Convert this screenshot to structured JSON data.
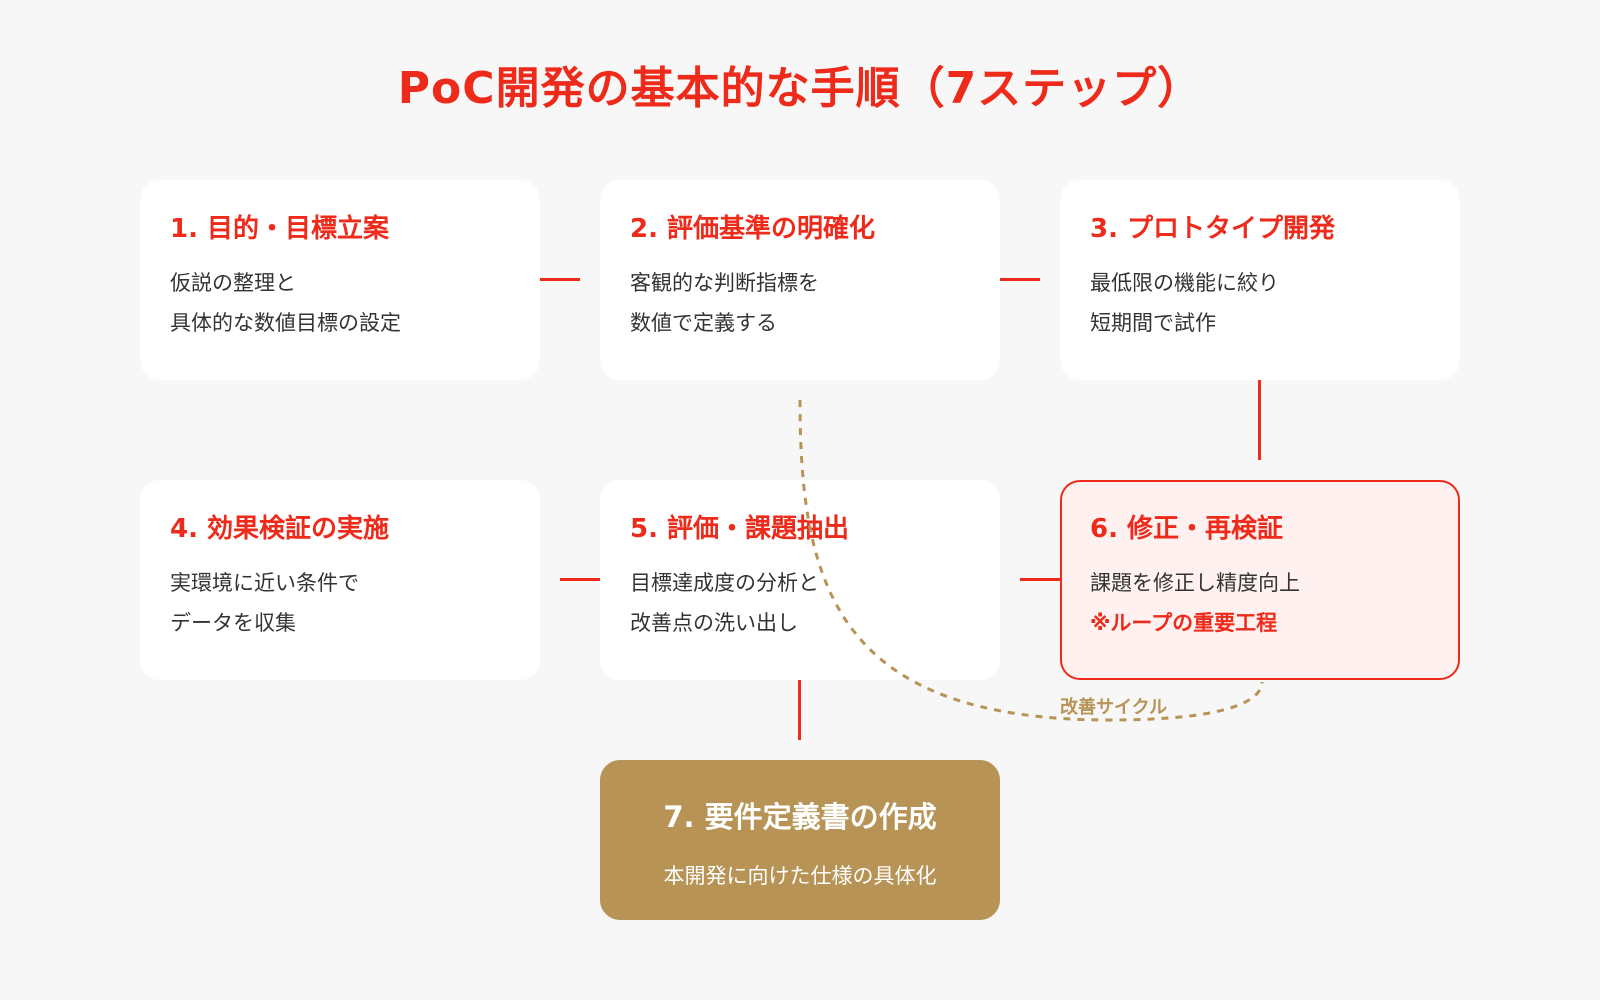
{
  "title": "PoC開発の基本的な手順（7ステップ）",
  "steps": [
    {
      "title": "1. 目的・目標立案",
      "lines": [
        "仮説の整理と",
        "具体的な数値目標の設定"
      ]
    },
    {
      "title": "2. 評価基準の明確化",
      "lines": [
        "客観的な判断指標を",
        "数値で定義する"
      ]
    },
    {
      "title": "3. プロトタイプ開発",
      "lines": [
        "最低限の機能に絞り",
        "短期間で試作"
      ]
    },
    {
      "title": "4. 効果検証の実施",
      "lines": [
        "実環境に近い条件で",
        "データを収集"
      ]
    },
    {
      "title": "5. 評価・課題抽出",
      "lines": [
        "目標達成度の分析と",
        "改善点の洗い出し"
      ]
    },
    {
      "title": "6. 修正・再検証",
      "lines": [
        "課題を修正し精度向上",
        "※ループの重要工程"
      ]
    },
    {
      "title": "7. 要件定義書の作成",
      "lines": [
        "本開発に向けた仕様の具体化"
      ]
    }
  ],
  "loop_label": "改善サイクル",
  "colors": {
    "accent": "#ee2a1a",
    "gold": "#b79356",
    "background": "#f7f7f7",
    "card": "#ffffff",
    "highlight_bg": "#fff1f0"
  }
}
